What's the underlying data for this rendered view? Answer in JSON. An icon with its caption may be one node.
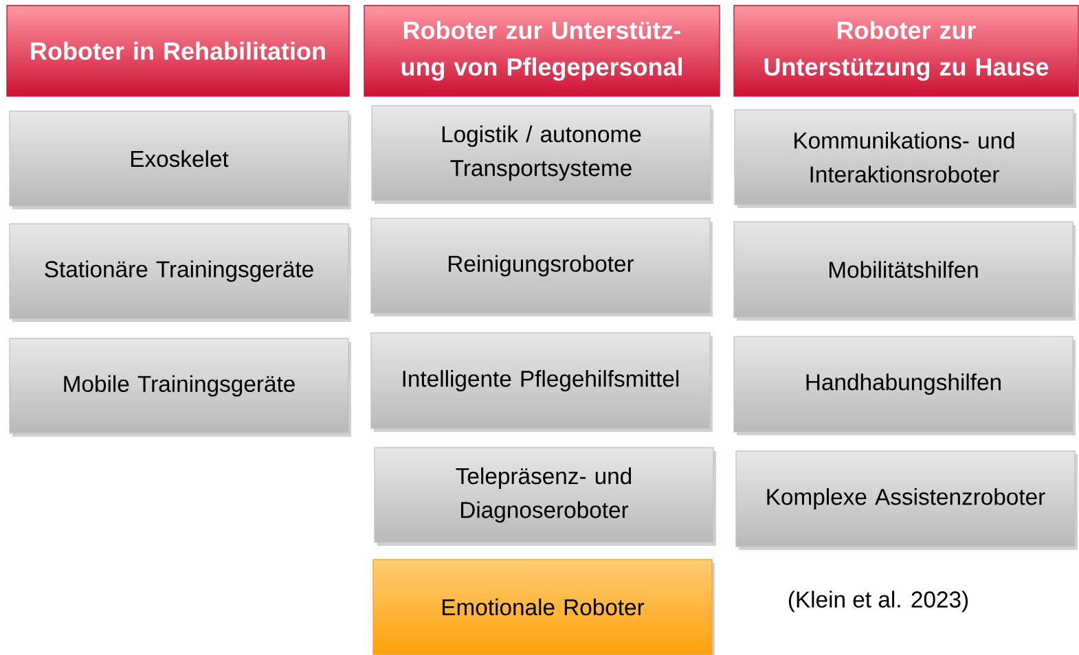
{
  "diagram": {
    "nodes": [
      {
        "text": [
          "Roboter in Rehabilitation"
        ]
      },
      {
        "text": [
          "Exoskelet"
        ]
      },
      {
        "text": [
          "Stationäre Trainingsgeräte"
        ]
      },
      {
        "text": [
          "Mobile Trainingsgeräte"
        ]
      },
      {
        "text": [
          "Roboter zur Unterstütz-ung von Pflegepersonal"
        ]
      },
      {
        "text": [
          "Logistik / autonome Transportsysteme"
        ]
      },
      {
        "text": [
          "Reinigungsroboter"
        ]
      },
      {
        "text": [
          "Intelligente Pflegehilfsmittel"
        ]
      },
      {
        "text": [
          "Telepräsenz- und Diagnoseroboter"
        ]
      },
      {
        "text": [
          "Emotionale Roboter"
        ]
      },
      {
        "text": [
          "Roboter zur Unterstützung zu Hause"
        ]
      },
      {
        "text": [
          "Kommunikations- und Interaktionsroboter"
        ]
      },
      {
        "text": [
          "Mobilitätshilfen"
        ]
      },
      {
        "text": [
          "Handhabungshilfen"
        ]
      },
      {
        "text": [
          "Komplexe Assistenzroboter"
        ]
      }
    ],
    "labels": [
      "(Klein et al. 2023)"
    ]
  }
}
